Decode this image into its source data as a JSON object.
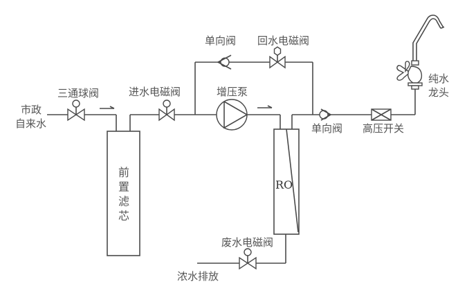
{
  "diagram": {
    "title": "RO water purifier flow diagram",
    "colors": {
      "line": "#4a4a4a",
      "text": "#555555",
      "background": "#ffffff"
    },
    "labels": {
      "source_line1": "市政",
      "source_line2": "自来水",
      "three_way_ball_valve": "三通球阀",
      "inlet_solenoid_valve": "进水电磁阀",
      "booster_pump": "增压泵",
      "check_valve_top": "单向阀",
      "return_solenoid_valve": "回水电磁阀",
      "check_valve_outlet": "单向阀",
      "high_pressure_switch": "高压开关",
      "faucet_line1": "纯水",
      "faucet_line2": "龙头",
      "prefilter_chars": [
        "前",
        "置",
        "滤",
        "芯"
      ],
      "ro_membrane": "RO",
      "waste_solenoid_valve": "废水电磁阀",
      "concentrate_discharge": "浓水排放"
    },
    "flow_direction_icons": [
      "arrow-right-icon",
      "arrow-right-icon"
    ]
  }
}
